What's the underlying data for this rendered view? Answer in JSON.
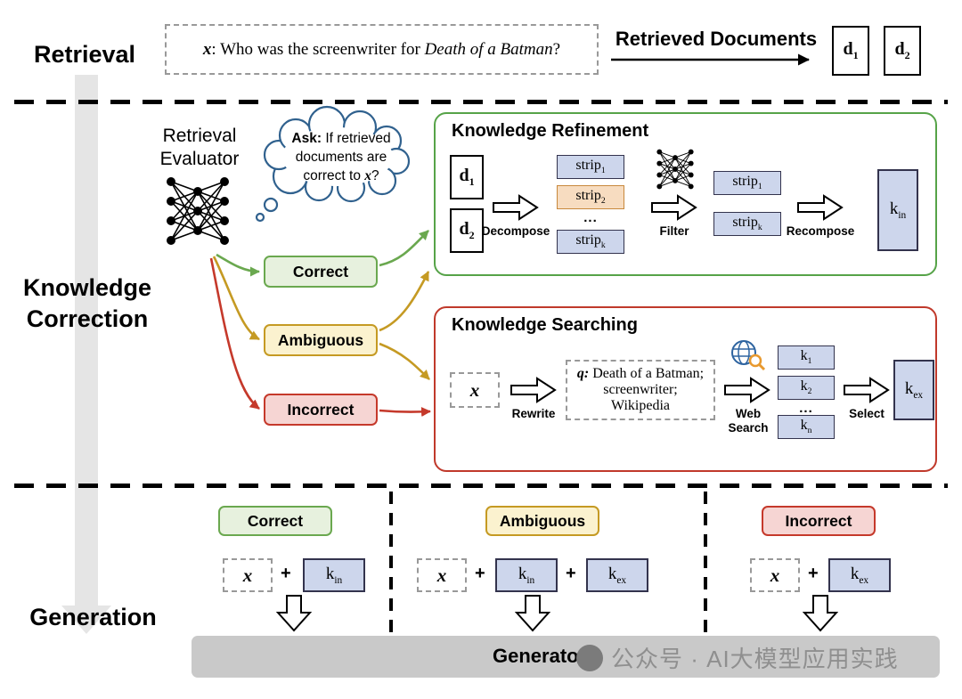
{
  "colors": {
    "correct_green": "#6aa84f",
    "ambiguous_yellow": "#c59a23",
    "incorrect_red": "#c5392b",
    "knowledge_blue_fill": "#cdd6ec",
    "strip_orange_fill": "#f7dcc0",
    "refinement_border": "#56a348",
    "searching_border": "#c0392b",
    "cloud_blue": "#30618e",
    "generator_bar": "#c9c9c9"
  },
  "sections": {
    "retrieval_label": "Retrieval",
    "knowledge_correction_label": "Knowledge Correction",
    "generation_label": "Generation"
  },
  "retrieval": {
    "query_x": "x",
    "query_text": ": Who was the screenwriter for ",
    "query_movie": "Death of a Batman",
    "query_suffix": "?",
    "retrieved_documents_label": "Retrieved Documents",
    "doc1": {
      "base": "d",
      "sub": "1"
    },
    "doc2": {
      "base": "d",
      "sub": "2"
    }
  },
  "evaluator": {
    "label": "Retrieval Evaluator",
    "ask_bold": "Ask:",
    "ask_text": " If retrieved documents are correct to ",
    "ask_x": "x",
    "ask_suffix": "?"
  },
  "decisions": {
    "correct": "Correct",
    "ambiguous": "Ambiguous",
    "incorrect": "Incorrect"
  },
  "refinement": {
    "title": "Knowledge Refinement",
    "doc1": {
      "base": "d",
      "sub": "1"
    },
    "doc2": {
      "base": "d",
      "sub": "2"
    },
    "decompose_label": "Decompose",
    "strip1": {
      "base": "strip",
      "sub": "1"
    },
    "strip2": {
      "base": "strip",
      "sub": "2"
    },
    "dots": "...",
    "stripk": {
      "base": "strip",
      "sub": "k"
    },
    "filter_label": "Filter",
    "filtered_strip1": {
      "base": "strip",
      "sub": "1"
    },
    "filtered_stripk": {
      "base": "strip",
      "sub": "k"
    },
    "recompose_label": "Recompose",
    "kin": {
      "base": "k",
      "sub": "in"
    }
  },
  "searching": {
    "title": "Knowledge Searching",
    "x": "x",
    "rewrite_label": "Rewrite",
    "q_bold": "q:",
    "q_text": " Death of a Batman; screenwriter; Wikipedia",
    "web_search_label": "Web Search",
    "k1": {
      "base": "k",
      "sub": "1"
    },
    "k2": {
      "base": "k",
      "sub": "2"
    },
    "dots": "...",
    "kn": {
      "base": "k",
      "sub": "n"
    },
    "select_label": "Select",
    "kex": {
      "base": "k",
      "sub": "ex"
    }
  },
  "generation": {
    "correct": "Correct",
    "ambiguous": "Ambiguous",
    "incorrect": "Incorrect",
    "x": "x",
    "plus": "+",
    "kin": {
      "base": "k",
      "sub": "in"
    },
    "kex": {
      "base": "k",
      "sub": "ex"
    },
    "generator_label": "Generator",
    "watermark": "公众号 · AI大模型应用实践"
  }
}
